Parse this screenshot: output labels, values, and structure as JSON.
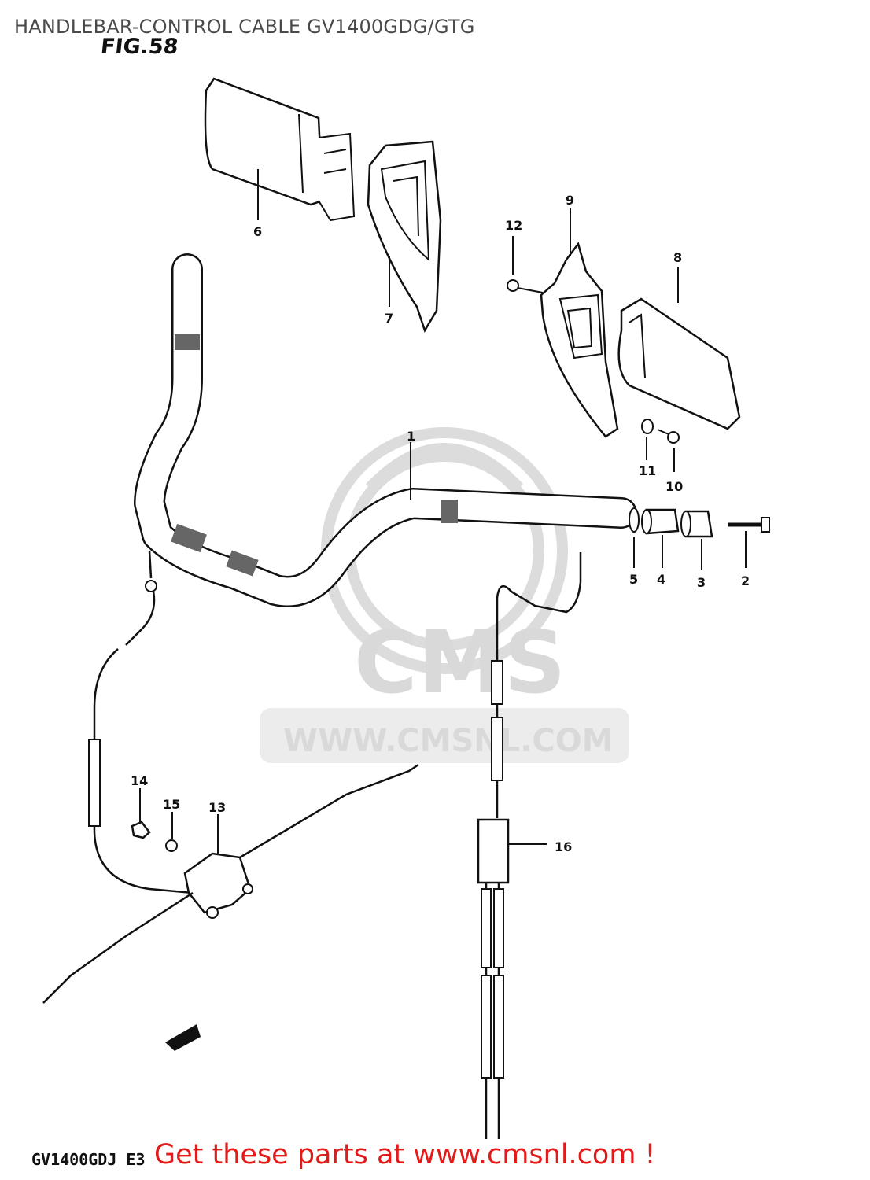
{
  "title": "HANDLEBAR-CONTROL CABLE GV1400GDG/GTG",
  "figure_label": "FIG.58",
  "model_code": "GV1400GDJ E3",
  "call_to_action": "Get these parts at www.cmsnl.com !",
  "watermark": {
    "brand": "CMS",
    "url": "WWW.CMSNL.COM"
  },
  "colors": {
    "cta": "#e41a1a",
    "title": "#4a4a4a",
    "ink": "#111111",
    "watermark": "#d9d9d9"
  },
  "callouts": {
    "p1": "1",
    "p2": "2",
    "p3": "3",
    "p4": "4",
    "p5": "5",
    "p6": "6",
    "p7": "7",
    "p8": "8",
    "p9": "9",
    "p10": "10",
    "p11": "11",
    "p12": "12",
    "p13": "13",
    "p14": "14",
    "p15": "15",
    "p16": "16"
  }
}
